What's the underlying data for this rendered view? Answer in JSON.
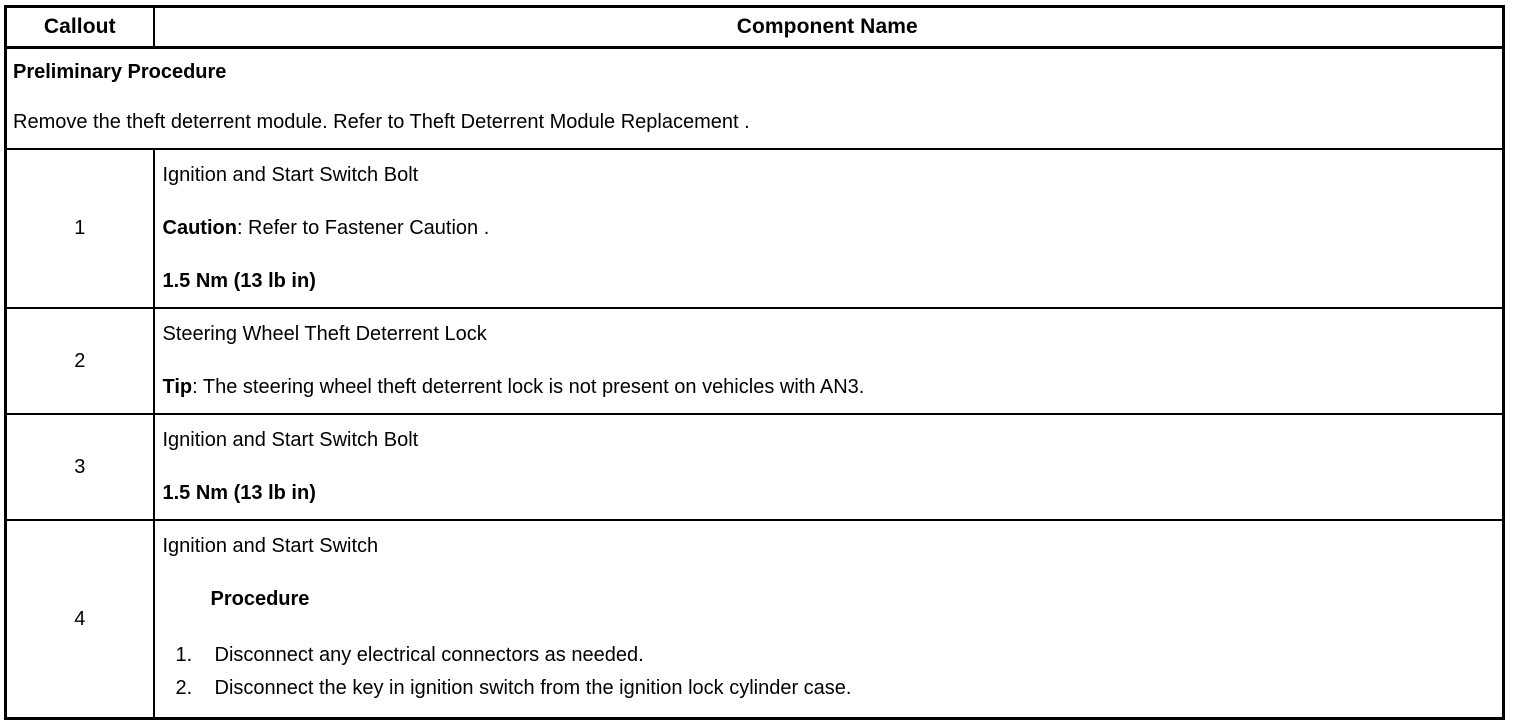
{
  "table": {
    "headers": {
      "callout": "Callout",
      "component_name": "Component Name"
    },
    "preliminary": {
      "title": "Preliminary Procedure",
      "text": "Remove the theft deterrent module. Refer to Theft Deterrent Module Replacement ."
    },
    "rows": [
      {
        "callout": "1",
        "name": "Ignition and Start Switch Bolt",
        "caution_label": "Caution",
        "caution_text": ": Refer to Fastener Caution .",
        "torque": "1.5 Nm (13 lb in)"
      },
      {
        "callout": "2",
        "name": "Steering Wheel Theft Deterrent Lock",
        "tip_label": "Tip",
        "tip_text": ": The steering wheel theft deterrent lock is not present on vehicles with AN3."
      },
      {
        "callout": "3",
        "name": "Ignition and Start Switch Bolt",
        "torque": "1.5 Nm (13 lb in)"
      },
      {
        "callout": "4",
        "name": "Ignition and Start Switch",
        "procedure_heading": "Procedure",
        "steps": [
          {
            "marker": "1.",
            "text": "Disconnect any electrical connectors as needed."
          },
          {
            "marker": "2.",
            "text": "Disconnect the key in ignition switch from the ignition lock cylinder case."
          }
        ]
      }
    ]
  },
  "colors": {
    "border": "#000000",
    "background": "#ffffff",
    "text": "#000000"
  }
}
